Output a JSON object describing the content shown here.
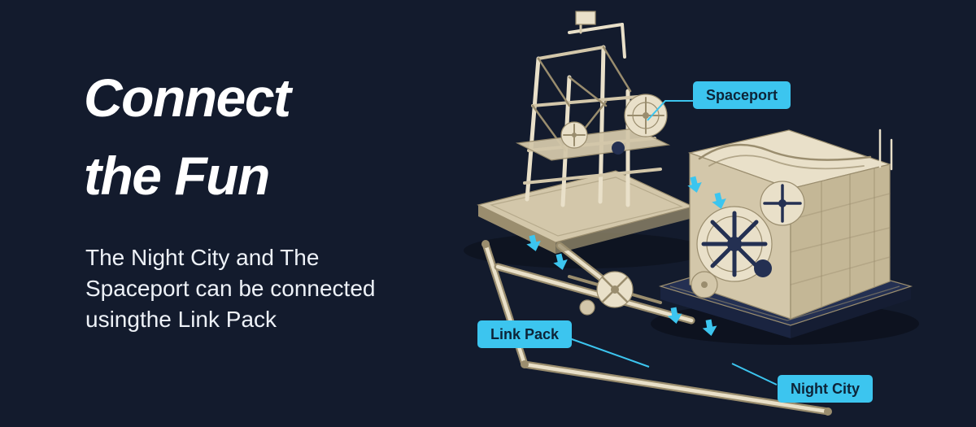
{
  "theme": {
    "bg": "#131b2d",
    "accent": "#3cc5ef",
    "callout_text": "#0d2438",
    "heading_color": "#ffffff",
    "body_color": "#edf1f7",
    "wood_light": "#e9e0c9",
    "wood_mid": "#d3c7aa",
    "wood_dark": "#9a8d6e",
    "navy_part": "#243052",
    "navy_part_dark": "#1a2440"
  },
  "hero": {
    "heading_line1": "Connect",
    "heading_line2": "the Fun",
    "body_line1": "The Night City and The",
    "body_line2": "Spaceport can be connected",
    "body_line3": "usingthe Link Pack"
  },
  "callouts": {
    "spaceport": {
      "label": "Spaceport"
    },
    "link_pack": {
      "label": "Link Pack"
    },
    "night_city": {
      "label": "Night City"
    }
  }
}
